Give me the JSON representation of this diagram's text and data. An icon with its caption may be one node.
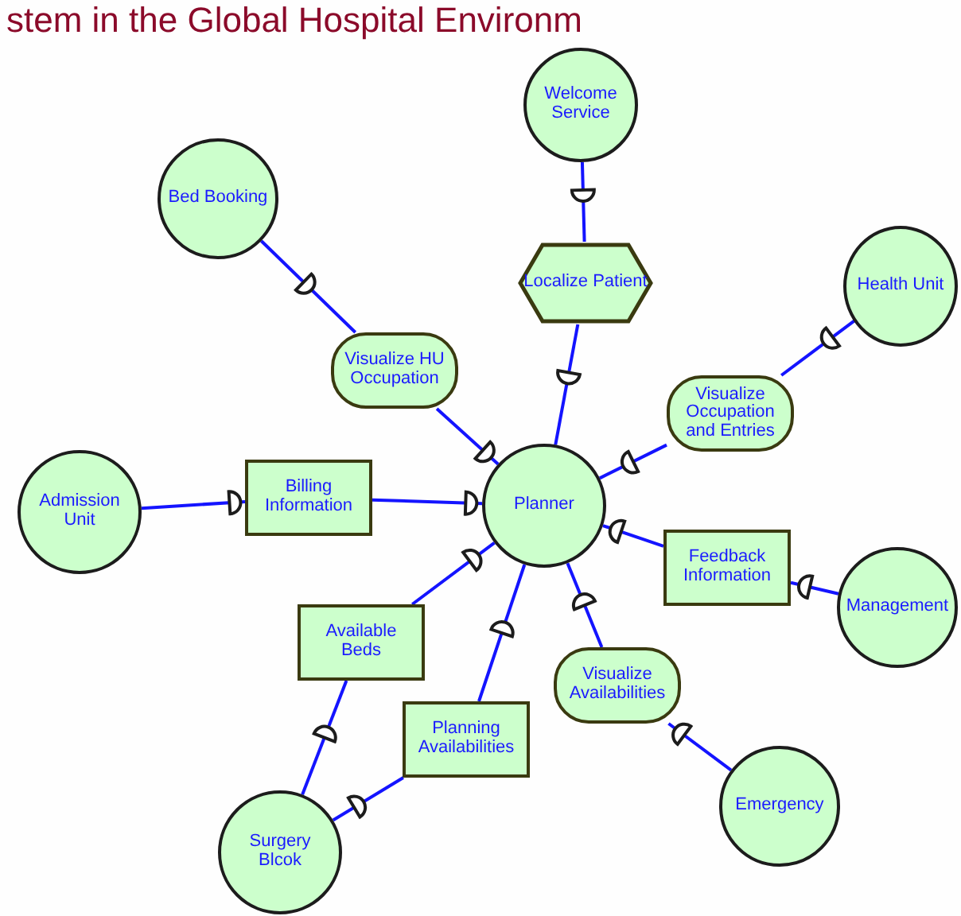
{
  "diagram": {
    "title": "stem in the Global Hospital Environm",
    "nodes": [
      {
        "text": [
          "Welcome Service"
        ]
      },
      {
        "text": [
          "Bed Booking"
        ]
      },
      {
        "text": [
          "Localize Patient"
        ]
      },
      {
        "text": [
          "Health Unit"
        ]
      },
      {
        "text": [
          "Visualize HU Occupation"
        ]
      },
      {
        "text": [
          "Visualize Occupation and Entries"
        ]
      },
      {
        "text": [
          "Admission Unit"
        ]
      },
      {
        "text": [
          "Billing Information"
        ]
      },
      {
        "text": [
          "Planner"
        ]
      },
      {
        "text": [
          "Feedback Information"
        ]
      },
      {
        "text": [
          "Management"
        ]
      },
      {
        "text": [
          "Available Beds"
        ]
      },
      {
        "text": [
          "Visualize Availabilities"
        ]
      },
      {
        "text": [
          "Planning Availabilities"
        ]
      },
      {
        "text": [
          "Emergency"
        ]
      },
      {
        "text": [
          "Surgery Blcok"
        ]
      }
    ],
    "edges": [
      {
        "from": 0,
        "to": 2,
        "arrow": "other"
      },
      {
        "from": 2,
        "to": 8,
        "arrow": "other"
      },
      {
        "from": 1,
        "to": 4,
        "arrow": "other"
      },
      {
        "from": 4,
        "to": 8,
        "arrow": "other"
      },
      {
        "from": 3,
        "to": 5,
        "arrow": "other"
      },
      {
        "from": 5,
        "to": 8,
        "arrow": "other"
      },
      {
        "from": 6,
        "to": 7,
        "arrow": "other"
      },
      {
        "from": 7,
        "to": 8,
        "arrow": "other"
      },
      {
        "from": 10,
        "to": 9,
        "arrow": "other"
      },
      {
        "from": 9,
        "to": 8,
        "arrow": "other"
      },
      {
        "from": 15,
        "to": 11,
        "arrow": "other"
      },
      {
        "from": 11,
        "to": 8,
        "arrow": "other"
      },
      {
        "from": 14,
        "to": 12,
        "arrow": "other"
      },
      {
        "from": 12,
        "to": 8,
        "arrow": "other"
      },
      {
        "from": 15,
        "to": 13,
        "arrow": "other"
      },
      {
        "from": 13,
        "to": 8,
        "arrow": "other"
      }
    ]
  }
}
